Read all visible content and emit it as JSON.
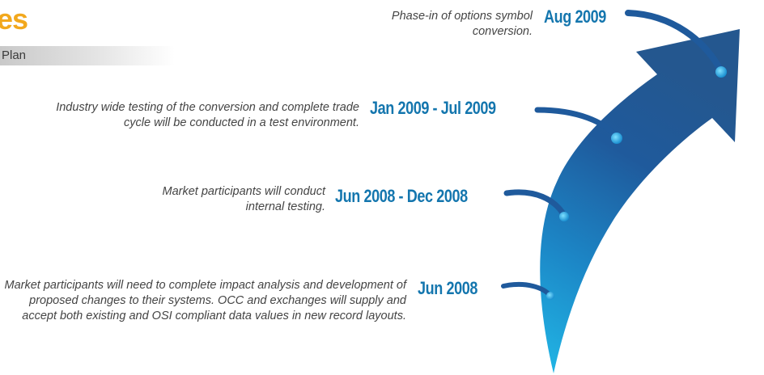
{
  "header": {
    "title": "es",
    "subtitle": "Plan"
  },
  "milestones": [
    {
      "date": "Aug 2009",
      "description": "Phase-in of options symbol conversion."
    },
    {
      "date": "Jan 2009 - Jul 2009",
      "description": "Industry wide testing of the conversion and complete trade cycle will be conducted in a test environment."
    },
    {
      "date": "Jun 2008 - Dec 2008",
      "description": "Market participants will conduct internal testing."
    },
    {
      "date": "Jun 2008",
      "description": "Market participants will need to complete impact analysis and development of proposed changes to their systems. OCC and exchanges will supply and accept both existing and OSI compliant data values in new record layouts."
    }
  ],
  "colors": {
    "title": "#f2a81d",
    "date_text": "#1476ae",
    "arrow_dark": "#1f5a9c",
    "arrow_light": "#1bb0e0"
  }
}
